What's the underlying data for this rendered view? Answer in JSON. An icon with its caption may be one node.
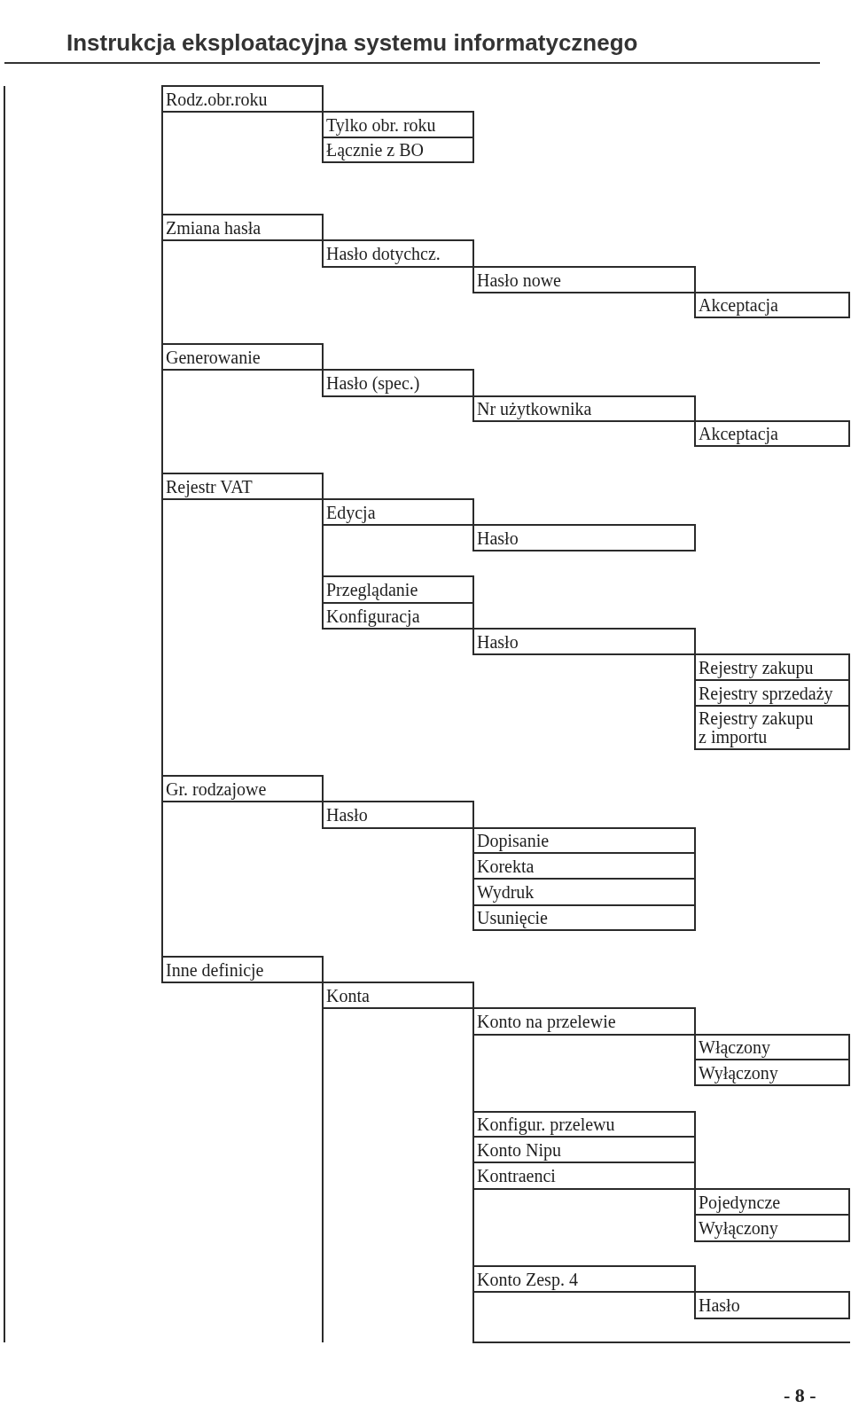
{
  "diagram": {
    "title": "Instrukcja eksploatacyjna systemu informatycznego",
    "nodes": [
      {
        "text": [
          "Rodz.obr.roku"
        ]
      },
      {
        "text": [
          "Tylko obr. roku"
        ]
      },
      {
        "text": [
          "Łącznie z BO"
        ]
      },
      {
        "text": [
          "Zmiana hasła"
        ]
      },
      {
        "text": [
          "Hasło dotychcz."
        ]
      },
      {
        "text": [
          "Hasło nowe"
        ]
      },
      {
        "text": [
          "Akceptacja"
        ]
      },
      {
        "text": [
          "Generowanie"
        ]
      },
      {
        "text": [
          "Hasło (spec.)"
        ]
      },
      {
        "text": [
          "Nr użytkownika"
        ]
      },
      {
        "text": [
          "Akceptacja"
        ]
      },
      {
        "text": [
          "Rejestr VAT"
        ]
      },
      {
        "text": [
          "Edycja"
        ]
      },
      {
        "text": [
          "Hasło"
        ]
      },
      {
        "text": [
          "Przeglądanie"
        ]
      },
      {
        "text": [
          "Konfiguracja"
        ]
      },
      {
        "text": [
          "Hasło"
        ]
      },
      {
        "text": [
          "Rejestry zakupu"
        ]
      },
      {
        "text": [
          "Rejestry sprzedaży"
        ]
      },
      {
        "text": [
          "Rejestry zakupu z importu"
        ]
      },
      {
        "text": [
          "Gr. rodzajowe"
        ]
      },
      {
        "text": [
          "Hasło"
        ]
      },
      {
        "text": [
          "Dopisanie"
        ]
      },
      {
        "text": [
          "Korekta"
        ]
      },
      {
        "text": [
          "Wydruk"
        ]
      },
      {
        "text": [
          "Usunięcie"
        ]
      },
      {
        "text": [
          "Inne definicje"
        ]
      },
      {
        "text": [
          "Konta"
        ]
      },
      {
        "text": [
          "Konto na przelewie"
        ]
      },
      {
        "text": [
          "Włączony"
        ]
      },
      {
        "text": [
          "Wyłączony"
        ]
      },
      {
        "text": [
          "Konfigur. przelewu"
        ]
      },
      {
        "text": [
          "Konto Nipu"
        ]
      },
      {
        "text": [
          "Kontraenci"
        ]
      },
      {
        "text": [
          "Pojedyncze"
        ]
      },
      {
        "text": [
          "Wyłączony"
        ]
      },
      {
        "text": [
          "Konto Zesp. 4"
        ]
      },
      {
        "text": [
          "Hasło"
        ]
      }
    ],
    "edges": [
      {
        "from": 0,
        "to": 3,
        "arrow": "none"
      },
      {
        "from": 3,
        "to": 7,
        "arrow": "none"
      },
      {
        "from": 7,
        "to": 11,
        "arrow": "none"
      },
      {
        "from": 11,
        "to": 20,
        "arrow": "none"
      },
      {
        "from": 20,
        "to": 26,
        "arrow": "none"
      },
      {
        "from": 12,
        "to": 14,
        "arrow": "none"
      },
      {
        "from": 27,
        "to": null,
        "arrow": "none"
      },
      {
        "from": 28,
        "to": 31,
        "arrow": "none"
      },
      {
        "from": 33,
        "to": 36,
        "arrow": "none"
      },
      {
        "from": 36,
        "to": null,
        "arrow": "none"
      }
    ],
    "labels": [
      "- 8 -"
    ]
  }
}
